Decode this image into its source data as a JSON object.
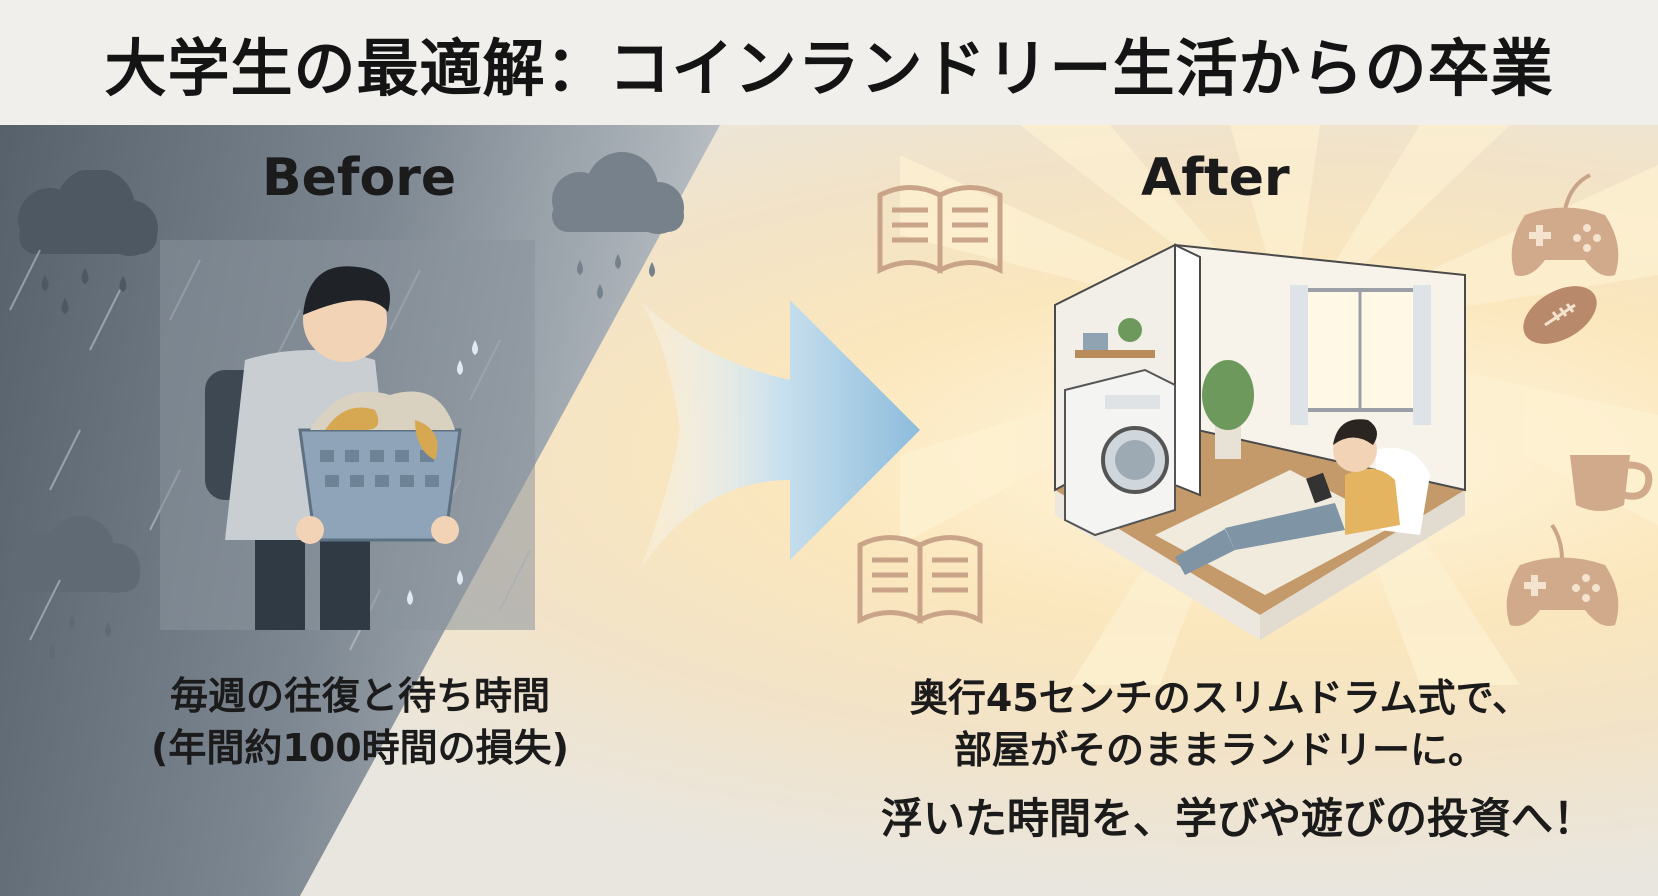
{
  "title": "大学生の最適解：コインランドリー生活からの卒業",
  "before": {
    "heading": "Before",
    "caption_line1": "毎週の往復と待ち時間",
    "caption_line2": "(年間約100時間の損失)"
  },
  "after": {
    "heading": "After",
    "caption_line1": "奥行45センチのスリムドラム式で、",
    "caption_line2": "部屋がそのままランドリーに。",
    "tagline": "浮いた時間を、学びや遊びの投資へ！"
  },
  "icons": [
    "cloud-rain-icon",
    "arrow-right-icon",
    "book-icon",
    "gamepad-icon",
    "football-icon",
    "coffee-cup-icon"
  ],
  "colors": {
    "rain_panel": "#6b757f",
    "sun_panel": "#f6dfb0",
    "arrow": "#a9cde3",
    "icon_sepia": "#c9a489"
  }
}
